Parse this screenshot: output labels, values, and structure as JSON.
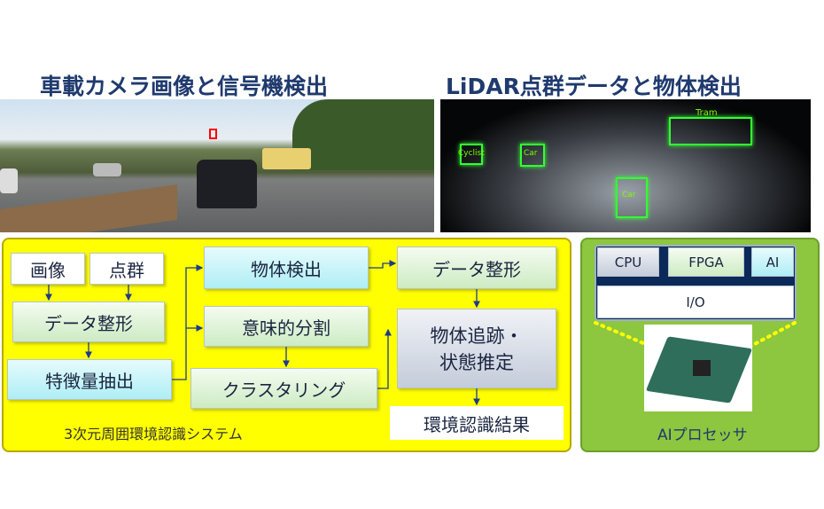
{
  "titles": {
    "camera": "車載カメラ画像と信号機検出",
    "lidar": "LiDAR点群データと物体検出"
  },
  "lidar_labels": [
    "Cyclist",
    "Car",
    "Car",
    "Tram"
  ],
  "system": {
    "label": "3次元周囲環境認識システム",
    "input_image": "画像",
    "input_points": "点群",
    "data_format_left": "データ整形",
    "feature_extract": "特徴量抽出",
    "object_detect": "物体検出",
    "semantic_seg": "意味的分割",
    "clustering": "クラスタリング",
    "data_format_right": "データ整形",
    "tracking": [
      "物体追跡・",
      "状態推定"
    ],
    "result": "環境認識結果"
  },
  "processor": {
    "label": "AIプロセッサ",
    "blocks": [
      "CPU",
      "FPGA",
      "AI"
    ],
    "io": "I/O"
  },
  "colors": {
    "yellow": "#ffff00",
    "green_panel": "#8dc63f",
    "navy": "#0b2a5a"
  }
}
